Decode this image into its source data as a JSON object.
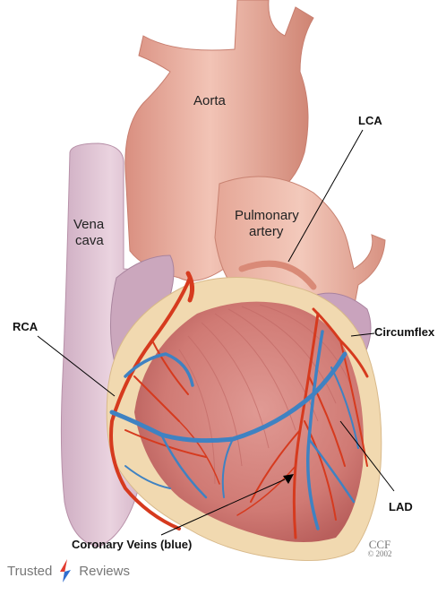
{
  "labels": {
    "aorta": "Aorta",
    "lca": "LCA",
    "vena_cava_1": "Vena",
    "vena_cava_2": "cava",
    "pulmonary_1": "Pulmonary",
    "pulmonary_2": "artery",
    "rca": "RCA",
    "circumflex": "Circumflex",
    "lad": "LAD",
    "coronary_veins": "Coronary Veins (blue)"
  },
  "credit": {
    "org": "CCF",
    "year": "© 2002"
  },
  "watermark": {
    "word1": "Trusted",
    "word2": "Reviews"
  },
  "colors": {
    "tissue": "#e9b4a4",
    "muscle": "#d77f78",
    "fat": "#f2dcb2",
    "vena_cava": "#d9bfcf",
    "artery": "#d63a1e",
    "vein": "#3f82c2",
    "brand_red": "#e23b2f",
    "brand_blue": "#2f6fd0"
  }
}
